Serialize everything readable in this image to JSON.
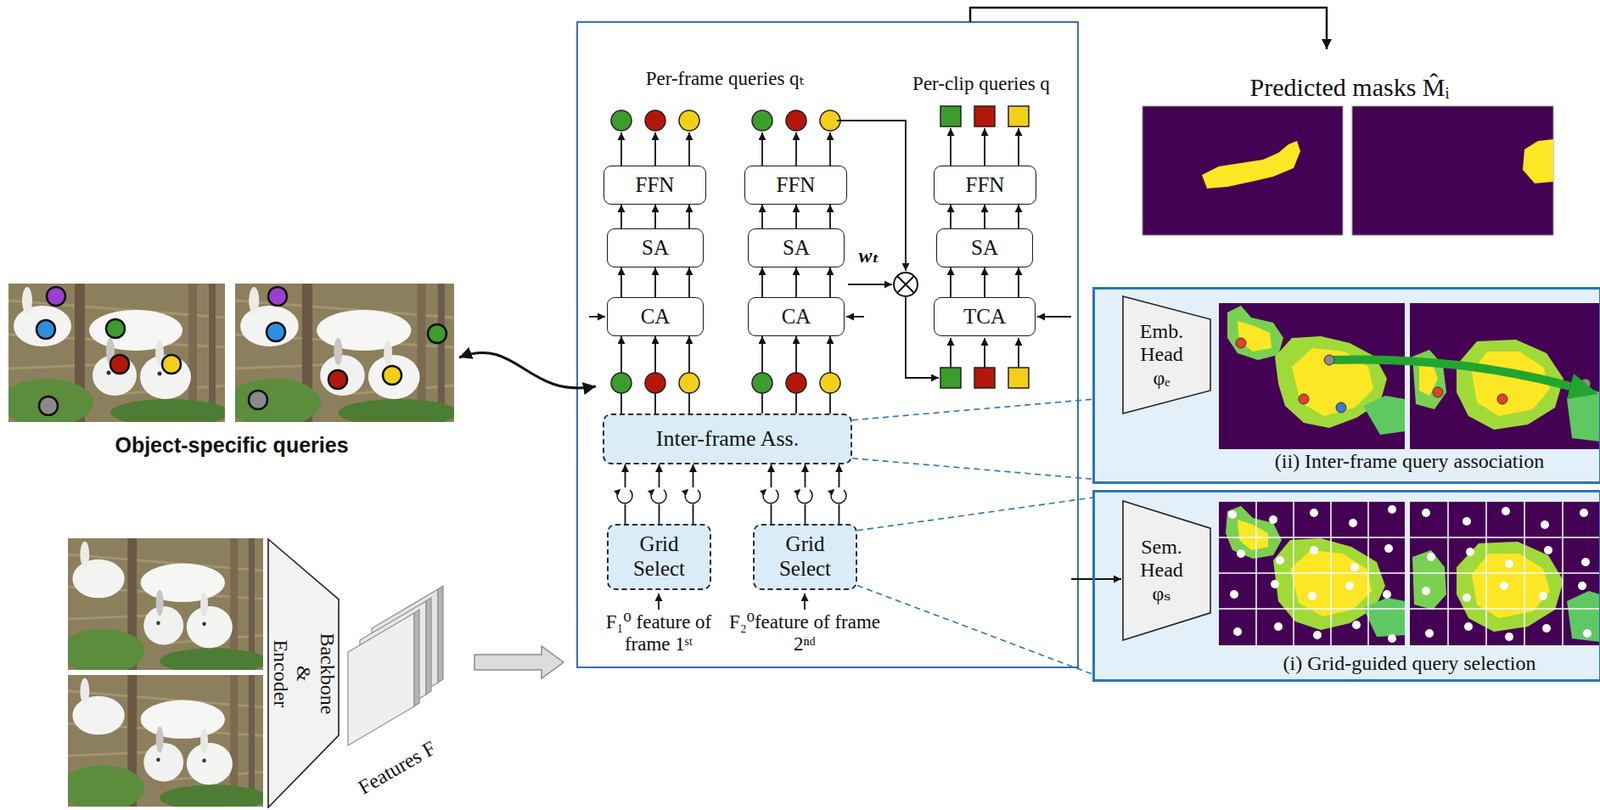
{
  "diagram": {
    "nodes": [
      {
        "text": [
          "Backbone & Encoder"
        ]
      },
      {
        "text": [
          "FFN"
        ]
      },
      {
        "text": [
          "FFN"
        ]
      },
      {
        "text": [
          "FFN"
        ]
      },
      {
        "text": [
          "SA"
        ]
      },
      {
        "text": [
          "SA"
        ]
      },
      {
        "text": [
          "SA"
        ]
      },
      {
        "text": [
          "CA"
        ]
      },
      {
        "text": [
          "CA"
        ]
      },
      {
        "text": [
          "TCA"
        ]
      },
      {
        "text": [
          "Inter-frame Ass."
        ]
      },
      {
        "text": [
          "Grid Select"
        ]
      },
      {
        "text": [
          "Grid Select"
        ]
      },
      {
        "text": [
          "(ii) Inter-frame query association"
        ]
      },
      {
        "text": [
          "Emb. Head φₑ"
        ],
        "in": 13
      },
      {
        "text": [
          "(i) Grid-guided query selection"
        ]
      },
      {
        "text": [
          "Sem. Head φₛ"
        ],
        "in": 15
      }
    ],
    "edges": [
      {
        "from": 11,
        "to": 10,
        "arrow": "to"
      },
      {
        "from": 11,
        "to": 10,
        "arrow": "to"
      },
      {
        "from": 11,
        "to": 10,
        "arrow": "to"
      },
      {
        "from": 12,
        "to": 10,
        "arrow": "to"
      },
      {
        "from": 12,
        "to": 10,
        "arrow": "to"
      },
      {
        "from": 12,
        "to": 10,
        "arrow": "to"
      },
      {
        "from": 10,
        "to": 7,
        "arrow": "to"
      },
      {
        "from": 10,
        "to": 7,
        "arrow": "to"
      },
      {
        "from": 10,
        "to": 7,
        "arrow": "to"
      },
      {
        "from": 10,
        "to": 8,
        "arrow": "to"
      },
      {
        "from": 10,
        "to": 8,
        "arrow": "to"
      },
      {
        "from": 10,
        "to": 8,
        "arrow": "to"
      },
      {
        "from": 7,
        "to": 4,
        "arrow": "to"
      },
      {
        "from": 7,
        "to": 4,
        "arrow": "to"
      },
      {
        "from": 7,
        "to": 4,
        "arrow": "to"
      },
      {
        "from": 8,
        "to": 5,
        "arrow": "to"
      },
      {
        "from": 8,
        "to": 5,
        "arrow": "to"
      },
      {
        "from": 8,
        "to": 5,
        "arrow": "to"
      },
      {
        "from": 9,
        "to": 6,
        "arrow": "to"
      },
      {
        "from": 9,
        "to": 6,
        "arrow": "to"
      },
      {
        "from": 9,
        "to": 6,
        "arrow": "to"
      },
      {
        "from": 4,
        "to": 1,
        "arrow": "to"
      },
      {
        "from": 4,
        "to": 1,
        "arrow": "to"
      },
      {
        "from": 4,
        "to": 1,
        "arrow": "to"
      },
      {
        "from": 5,
        "to": 2,
        "arrow": "to"
      },
      {
        "from": 5,
        "to": 2,
        "arrow": "to"
      },
      {
        "from": 5,
        "to": 2,
        "arrow": "to"
      },
      {
        "from": 6,
        "to": 3,
        "arrow": "to"
      },
      {
        "from": 6,
        "to": 3,
        "arrow": "to"
      },
      {
        "from": 6,
        "to": 3,
        "arrow": "to"
      },
      {
        "from": 10,
        "to": 13,
        "arrow": "none"
      },
      {
        "from": 10,
        "to": 13,
        "arrow": "none"
      },
      {
        "from": 12,
        "to": 15,
        "arrow": "none"
      },
      {
        "from": 12,
        "to": 15,
        "arrow": "none"
      }
    ],
    "labels": [
      "Per-frame queries qₜ",
      "Per-clip queries q",
      "wₜ",
      "Predicted masks M̂ᵢ",
      "Object-specific queries",
      "Features F",
      "F₁⁰ feature of frame 1ˢᵗ",
      "F₂⁰feature of frame 2ⁿᵈ"
    ]
  }
}
